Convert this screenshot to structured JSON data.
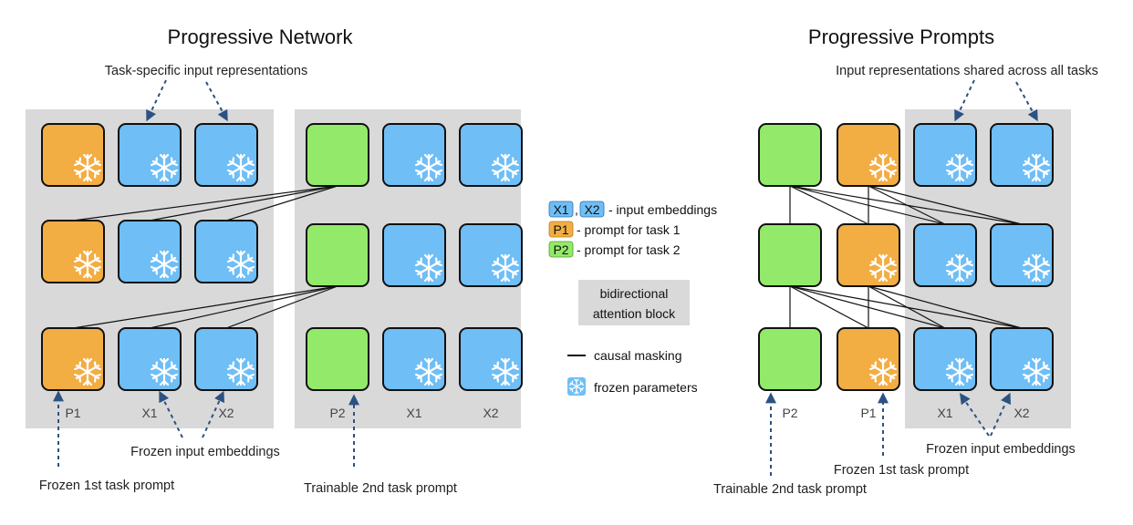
{
  "left": {
    "title": "Progressive Network",
    "annotation_top": "Task-specific input representations",
    "columns": [
      "P1",
      "X1",
      "X2",
      "P2",
      "X1",
      "X2"
    ],
    "annotation_frozen_embeddings": "Frozen input embeddings",
    "annotation_frozen_prompt": "Frozen 1st task prompt",
    "annotation_trainable_prompt": "Trainable 2nd task prompt"
  },
  "right": {
    "title": "Progressive Prompts",
    "annotation_top": "Input representations shared across all tasks",
    "columns": [
      "P2",
      "P1",
      "X1",
      "X2"
    ],
    "annotation_frozen_embeddings": "Frozen input embeddings",
    "annotation_frozen_prompt": "Frozen 1st task prompt",
    "annotation_trainable_prompt": "Trainable 2nd task prompt"
  },
  "legend": {
    "x1_tag": "X1",
    "x2_tag": "X2",
    "comma": ",",
    "input_embeddings": "- input embeddings",
    "p1_tag": "P1",
    "p1_text": "- prompt for task 1",
    "p2_tag": "P2",
    "p2_text": "- prompt for task 2",
    "block_line1": "bidirectional",
    "block_line2": "attention block",
    "causal_masking": "causal masking",
    "frozen_parameters": "frozen parameters"
  },
  "colors": {
    "prompt_task1": "#f2ad43",
    "input_embedding": "#6fbef6",
    "prompt_task2": "#93ea6a",
    "attention_block": "#d9d9d9",
    "arrow": "#2c5282"
  },
  "icons": {
    "frozen": "snowflake-icon"
  }
}
